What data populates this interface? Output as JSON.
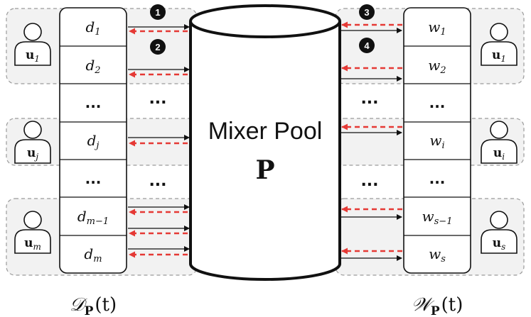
{
  "pool": {
    "line1": "Mixer Pool",
    "line2": "P"
  },
  "deposits": {
    "rows": [
      {
        "base": "d",
        "sub": "1"
      },
      {
        "base": "d",
        "sub": "2"
      },
      {
        "base": "...",
        "sub": ""
      },
      {
        "base": "d",
        "sub": "j"
      },
      {
        "base": "...",
        "sub": ""
      },
      {
        "base": "d",
        "sub": "m−1"
      },
      {
        "base": "d",
        "sub": "m"
      }
    ],
    "label": {
      "main": "𝒟",
      "sub": "P",
      "arg": "(t)"
    }
  },
  "withdrawals": {
    "rows": [
      {
        "base": "w",
        "sub": "1"
      },
      {
        "base": "w",
        "sub": "2"
      },
      {
        "base": "...",
        "sub": ""
      },
      {
        "base": "w",
        "sub": "i"
      },
      {
        "base": "...",
        "sub": ""
      },
      {
        "base": "w",
        "sub": "s−1"
      },
      {
        "base": "w",
        "sub": "s"
      }
    ],
    "label": {
      "main": "𝒲",
      "sub": "P",
      "arg": "(t)"
    }
  },
  "left_users": [
    {
      "base": "u",
      "sub": "1"
    },
    {
      "base": "u",
      "sub": "j"
    },
    {
      "base": "u",
      "sub": "m"
    }
  ],
  "right_users": [
    {
      "base": "u",
      "sub": "1"
    },
    {
      "base": "u",
      "sub": "i"
    },
    {
      "base": "u",
      "sub": "s"
    }
  ],
  "steps": [
    "1",
    "2",
    "3",
    "4"
  ],
  "middle_ellipsis": "...",
  "colors": {
    "arrow_black": "#111111",
    "arrow_red": "#e53935",
    "group_fill": "#f2f2f2",
    "group_stroke": "#9a9a9a"
  }
}
